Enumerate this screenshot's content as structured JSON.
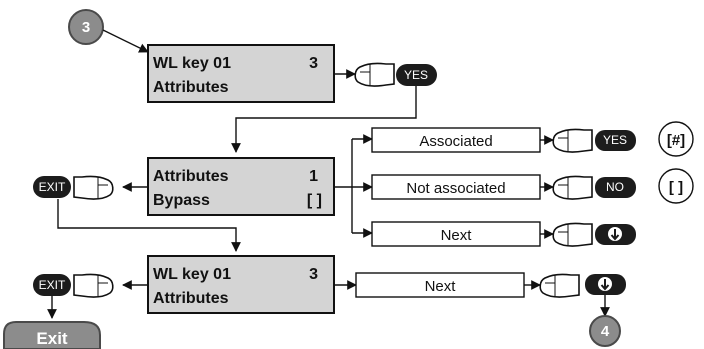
{
  "steps": {
    "start": "3",
    "end": "4"
  },
  "lcd1": {
    "line1": "WL key 01",
    "num": "3",
    "line2": "Attributes"
  },
  "lcd2": {
    "line1": "Attributes",
    "num": "1",
    "line2": "Bypass",
    "indicator": "[ ]"
  },
  "lcd3": {
    "line1": "WL key 01",
    "num": "3",
    "line2": "Attributes"
  },
  "options": {
    "associated": "Associated",
    "not_associated": "Not associated",
    "next1": "Next",
    "next2": "Next"
  },
  "buttons": {
    "yes": "YES",
    "no": "NO",
    "exit": "EXIT"
  },
  "indicators": {
    "associated_sym": "[#]",
    "not_associated_sym": "[ ]"
  },
  "exit_label": "Exit",
  "colors": {
    "lcd_fill": "#d4d4d4",
    "circle_fill": "#8c8c8c",
    "button_fill": "#1c1c1c"
  }
}
